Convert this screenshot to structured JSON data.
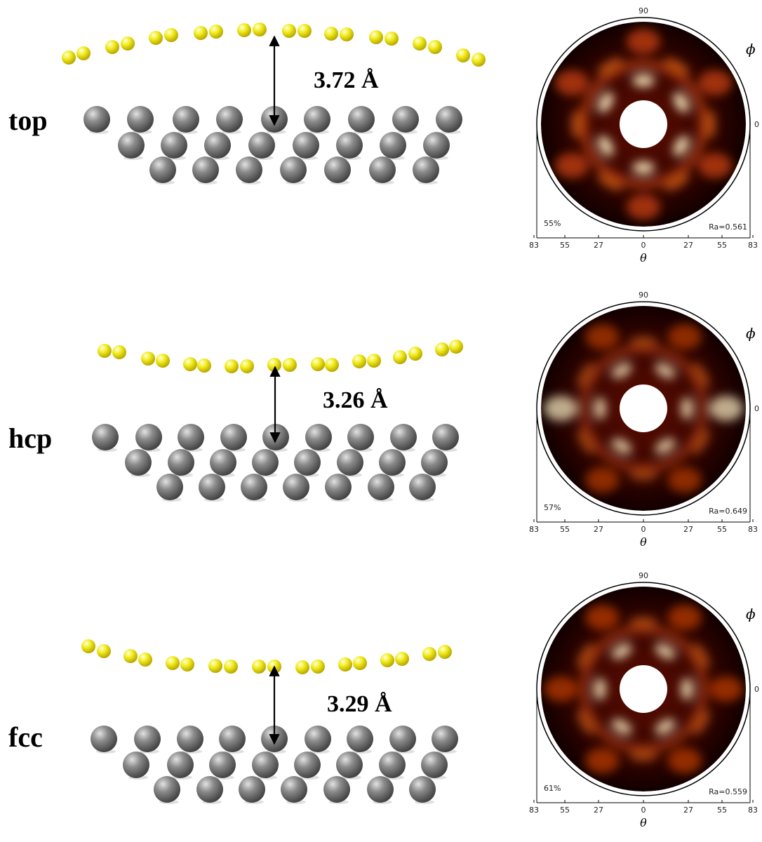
{
  "colors": {
    "adsorbate": "#f2ec1c",
    "substrate": "#8a8a8a",
    "pattern_dark": "#120000",
    "pattern_mid": "#b83a08",
    "pattern_bright": "#fff2c8"
  },
  "panels": [
    {
      "site": "top",
      "distance": "3.72 Å",
      "pattern": {
        "top_label": "90",
        "phi": "ϕ",
        "right_label": "0",
        "percent": "55%",
        "ra": "Ra=0.561",
        "ticks": [
          "83",
          "55",
          "27",
          "0",
          "27",
          "55",
          "83"
        ],
        "theta": "θ",
        "brightness": 0.75
      }
    },
    {
      "site": "hcp",
      "distance": "3.26 Å",
      "pattern": {
        "top_label": "90",
        "phi": "ϕ",
        "right_label": "0",
        "percent": "57%",
        "ra": "Ra=0.649",
        "ticks": [
          "83",
          "55",
          "27",
          "0",
          "27",
          "55",
          "83"
        ],
        "theta": "θ",
        "brightness": 0.45
      }
    },
    {
      "site": "fcc",
      "distance": "3.29 Å",
      "pattern": {
        "top_label": "90",
        "phi": "ϕ",
        "right_label": "0",
        "percent": "61%",
        "ra": "Ra=0.559",
        "ticks": [
          "83",
          "55",
          "27",
          "0",
          "27",
          "55",
          "83"
        ],
        "theta": "θ",
        "brightness": 0.55
      }
    }
  ]
}
